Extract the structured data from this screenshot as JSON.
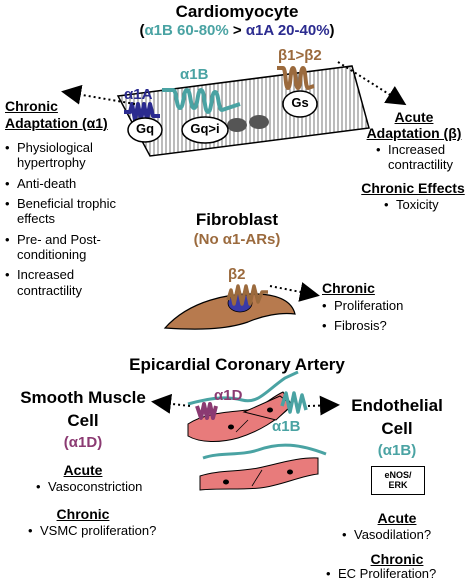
{
  "cardiomyocyte": {
    "title": "Cardiomyocyte",
    "subtitle_open": "(",
    "subtitle_a": "α1B 60-80%",
    "subtitle_mid": " > ",
    "subtitle_b": "α1A 20-40%",
    "subtitle_close": ")",
    "receptor_a1a": "α1A",
    "receptor_a1b": "α1B",
    "receptor_b": "β1>β2",
    "gq": "Gq",
    "gqi": "Gq>i",
    "gs": "Gs"
  },
  "chronic_adaptation": {
    "heading_line1": "Chronic",
    "heading_line2": "Adaptation (α1)",
    "items": [
      "Physiological hypertrophy",
      "Anti-death",
      "Beneficial trophic effects",
      "Pre- and Post-conditioning",
      "Increased contractility"
    ]
  },
  "acute_adaptation": {
    "heading_line1": "Acute",
    "heading_line2": "Adaptation (β)",
    "items": [
      "Increased contractility"
    ]
  },
  "chronic_effects": {
    "heading": "Chronic Effects",
    "items": [
      "Toxicity"
    ]
  },
  "fibroblast": {
    "title": "Fibroblast",
    "subtitle": "(No α1-ARs)",
    "receptor": "β2",
    "chronic_heading": "Chronic",
    "items": [
      "Proliferation",
      "Fibrosis?"
    ]
  },
  "artery": {
    "title": "Epicardial Coronary Artery",
    "receptor_smc": "α1D",
    "receptor_ec": "α1B"
  },
  "smooth_muscle": {
    "title_line1": "Smooth Muscle",
    "title_line2": "Cell",
    "receptor": "(α1D)",
    "acute_heading": "Acute",
    "acute_items": [
      "Vasoconstriction"
    ],
    "chronic_heading": "Chronic",
    "chronic_items": [
      "VSMC proliferation?"
    ]
  },
  "endothelial": {
    "title_line1": "Endothelial",
    "title_line2": "Cell",
    "receptor": "(α1B)",
    "box_line1": "eNOS/",
    "box_line2": "ERK",
    "acute_heading": "Acute",
    "acute_items": [
      "Vasodilation?"
    ],
    "chronic_heading": "Chronic",
    "chronic_items": [
      "EC Proliferation?"
    ]
  },
  "colors": {
    "alpha1b_teal": "#4aa3a3",
    "alpha1a_navy": "#2b2b8f",
    "beta_brown": "#9b6a3d",
    "alpha1d_purple": "#8b3a72",
    "vessel_pink": "#e87b7b",
    "fibroblast_tan": "#b77a4e",
    "nucleus_blue": "#3a3aa8"
  }
}
